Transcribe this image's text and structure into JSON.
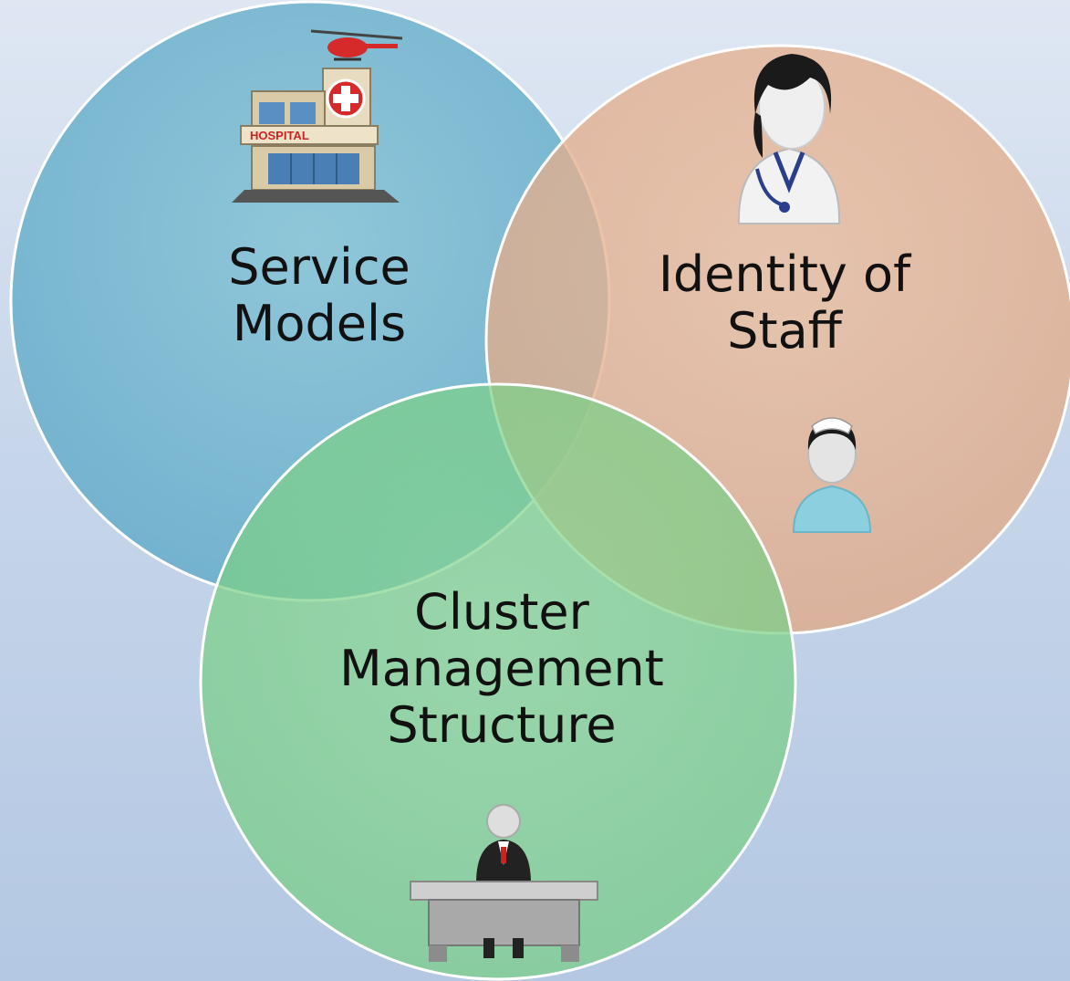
{
  "diagram": {
    "type": "venn",
    "circles": [
      {
        "id": "service",
        "lines": [
          "Service",
          "Models"
        ],
        "color": "#7fb9d3"
      },
      {
        "id": "identity",
        "lines": [
          "Identity of",
          "Staff"
        ],
        "color": "#e7b594"
      },
      {
        "id": "cluster",
        "lines": [
          "Cluster",
          "Management",
          "Structure"
        ],
        "color": "#82d48f"
      }
    ],
    "hospital_sign": "HOSPITAL",
    "icons": [
      "hospital-icon",
      "doctor-icon",
      "nurse-icon",
      "manager-at-desk-icon"
    ]
  }
}
